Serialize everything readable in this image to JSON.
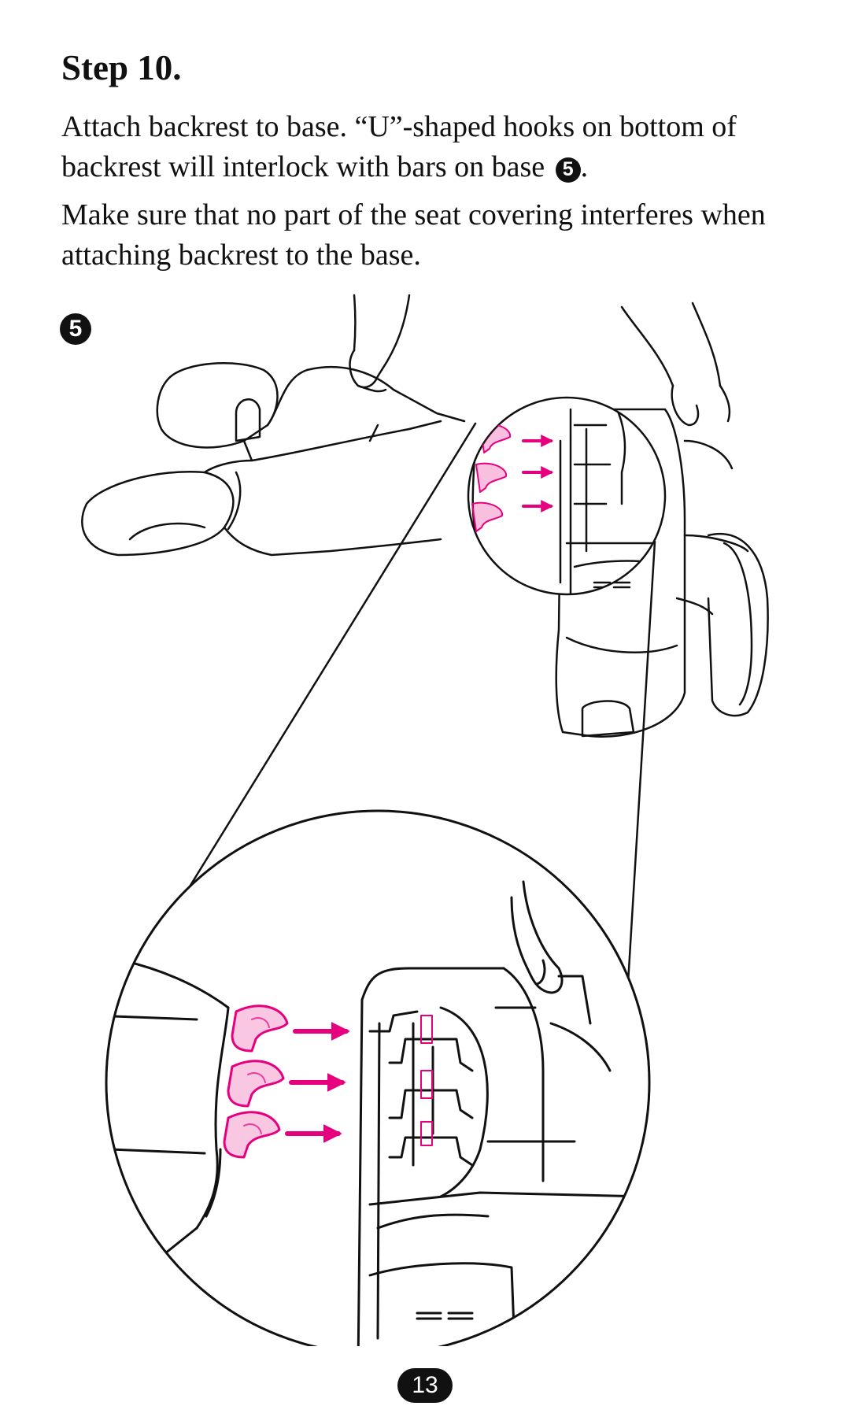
{
  "step": {
    "heading": "Step 10.",
    "paragraph1_text": "Attach backrest to base. “U”-shaped hooks on bottom of backrest will interlock with bars on base",
    "paragraph1_ref": "5",
    "paragraph1_end": ".",
    "paragraph2": "Make sure that no part of the seat covering interferes when attaching backrest to the base."
  },
  "figure": {
    "label": "5",
    "hook_color": "#e6007e"
  },
  "page_number": "13"
}
